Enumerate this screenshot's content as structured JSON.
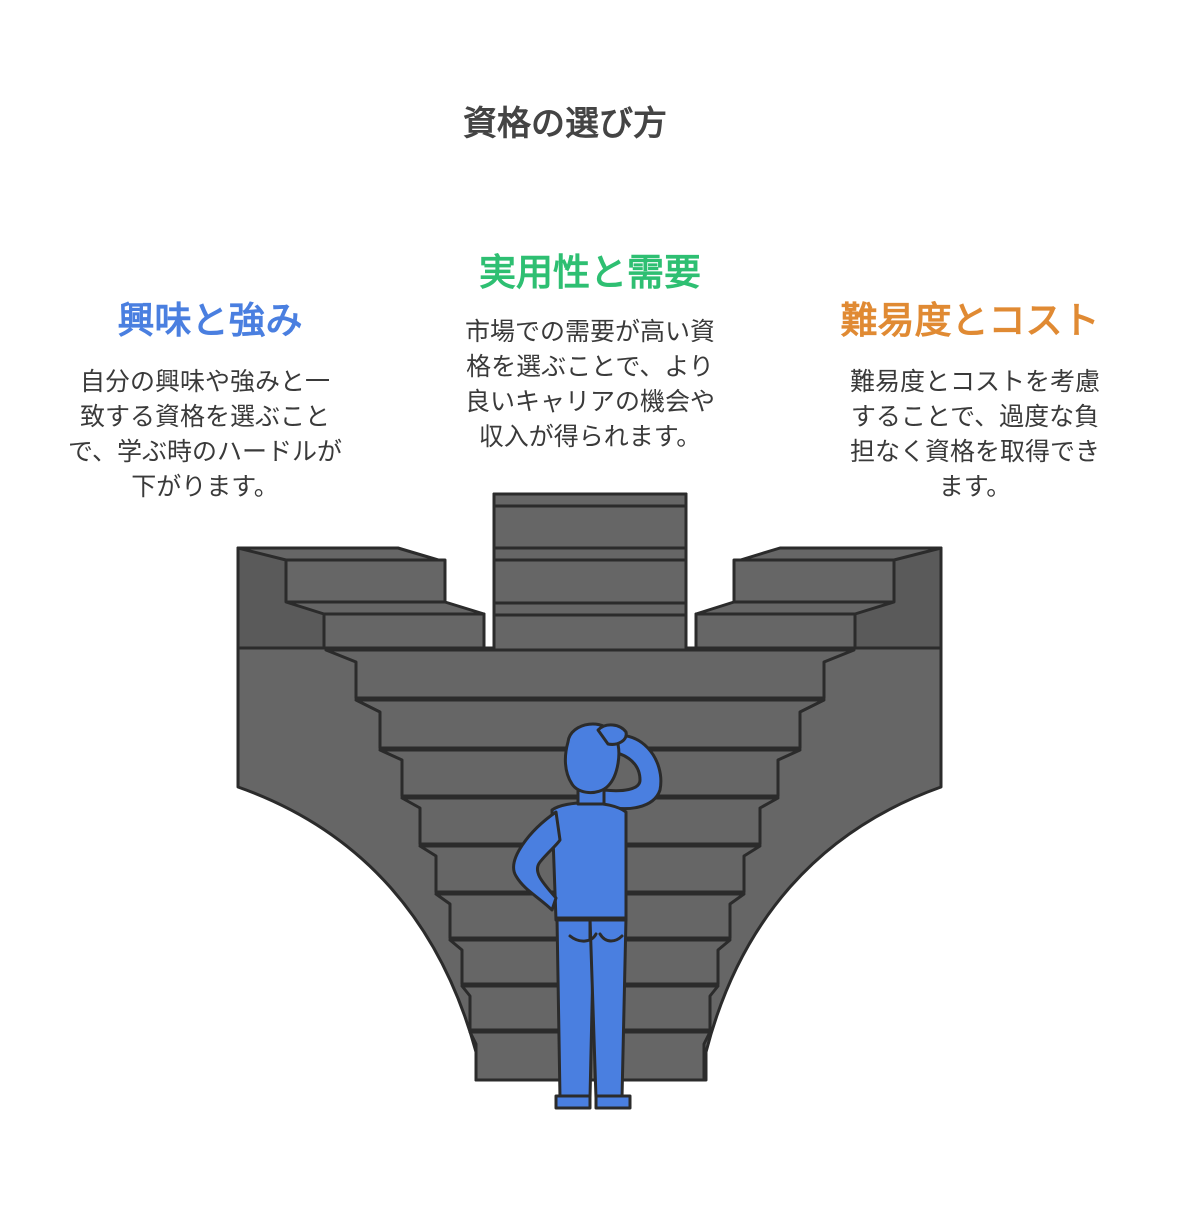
{
  "title": "資格の選び方",
  "colors": {
    "blue": "#4a7fe0",
    "green": "#2ebf72",
    "orange": "#e08a33",
    "stairs": "#666666",
    "outline": "#2b2b2b"
  },
  "sections": {
    "left": {
      "heading": "興味と強み",
      "lines": [
        "自分の興味や強みと一",
        "致する資格を選ぶこと",
        "で、学ぶ時のハードルが",
        "下がります。"
      ]
    },
    "middle": {
      "heading": "実用性と需要",
      "lines": [
        "市場での需要が高い資",
        "格を選ぶことで、より",
        "良いキャリアの機会や",
        "収入が得られます。"
      ]
    },
    "right": {
      "heading": "難易度とコスト",
      "lines": [
        "難易度とコストを考慮",
        "することで、過度な負",
        "担なく資格を取得でき",
        "ます。"
      ]
    }
  }
}
